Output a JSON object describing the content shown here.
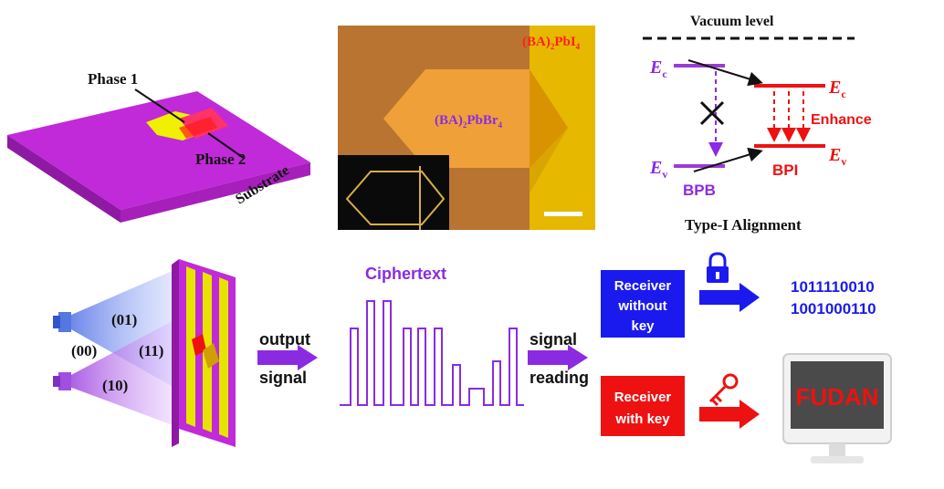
{
  "substrate_panel": {
    "phase1": "Phase 1",
    "phase2": "Phase 2",
    "substrate": "Substrate"
  },
  "micrograph_panel": {
    "label_bpi_main": "(BA)",
    "label_bpi_sub": "2",
    "label_bpi_tail": "PbI",
    "label_bpi_sub2": "4",
    "label_bpb_main": "(BA)",
    "label_bpb_sub": "2",
    "label_bpb_tail": "PbBr",
    "label_bpb_sub2": "4"
  },
  "band_panel": {
    "vacuum": "Vacuum level",
    "ec": "E",
    "ec_sub": "c",
    "ev": "E",
    "ev_sub": "v",
    "enhance": "Enhance",
    "bpb": "BPB",
    "bpi": "BPI",
    "alignment": "Type-I Alignment"
  },
  "encryption_panel": {
    "beam01": "(01)",
    "beam00": "(00)",
    "beam11": "(11)",
    "beam10": "(10)",
    "output1": "output",
    "output2": "signal",
    "ciphertext": "Ciphertext",
    "reading1": "signal",
    "reading2": "reading",
    "receiver_no_key": [
      "Receiver",
      "without",
      "key"
    ],
    "receiver_key": [
      "Receiver",
      "with key"
    ],
    "binary1": "1011110010",
    "binary2": "1001000110",
    "monitor_text": "FUDAN"
  },
  "colors": {
    "magenta": "#c21bd6",
    "purple": "#9b3bd6",
    "blue": "#1a1aef",
    "red": "#ee1111",
    "yellow": "#f5f500",
    "orange": "#f0a030"
  }
}
